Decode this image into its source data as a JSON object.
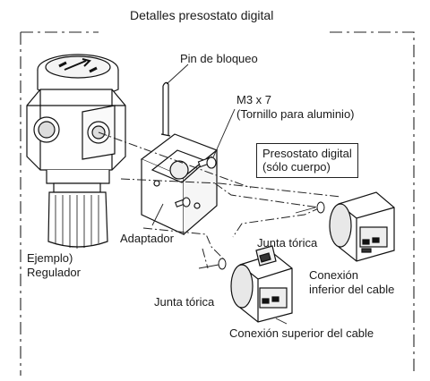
{
  "diagram": {
    "title": "Detalles presostato digital",
    "labels": {
      "lock_pin": "Pin de bloqueo",
      "screw_spec": "M3 x 7",
      "screw_note": "(Tornillo para aluminio)",
      "switch_title": "Presostato digital",
      "switch_note": "(sólo cuerpo)",
      "adapter": "Adaptador",
      "example": "Ejemplo)",
      "regulator": "Regulador",
      "oring_upper": "Junta tórica",
      "oring_lower": "Junta tórica",
      "bottom_conn_1": "Conexión",
      "bottom_conn_2": "inferior del cable",
      "top_conn": "Conexión superior del cable"
    }
  }
}
